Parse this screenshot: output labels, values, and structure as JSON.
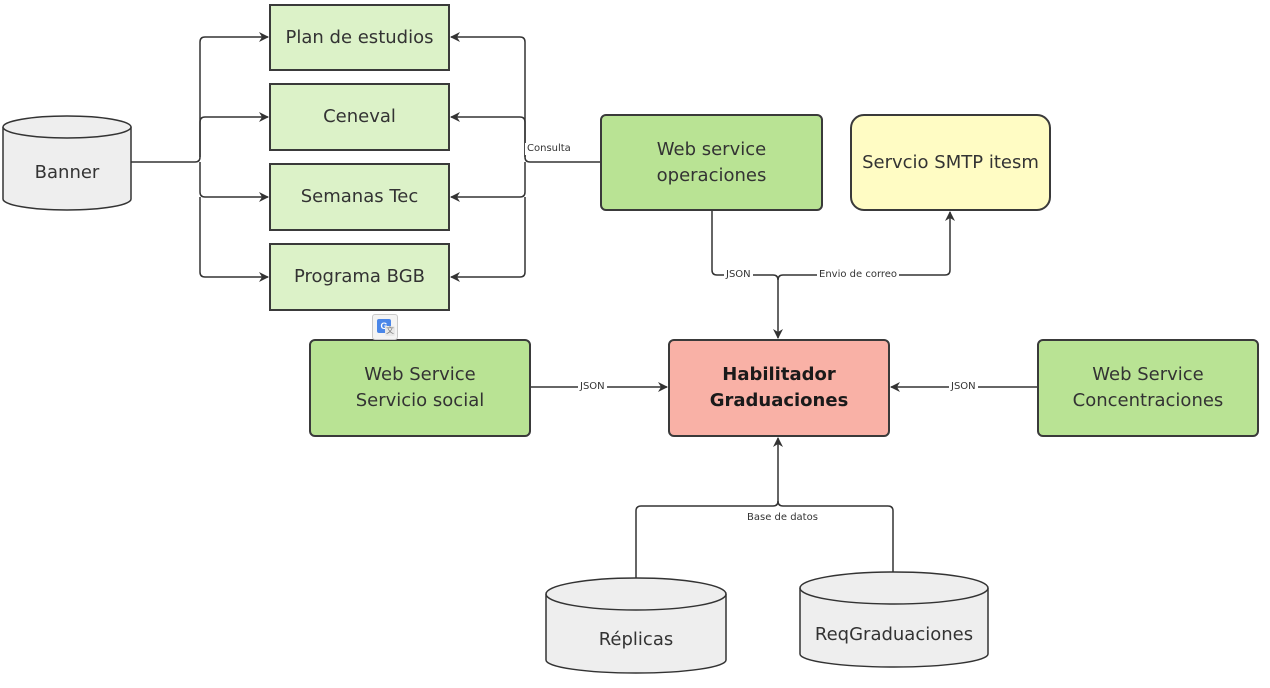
{
  "nodes": {
    "plan": "Plan de estudios",
    "ceneval": "Ceneval",
    "semanas": "Semanas Tec",
    "programa": "Programa BGB",
    "banner": "Banner",
    "ws_operaciones_1": "Web service",
    "ws_operaciones_2": "operaciones",
    "smtp": "Servcio SMTP itesm",
    "ws_social_1": "Web Service",
    "ws_social_2": "Servicio social",
    "habilitador_1": "Habilitador",
    "habilitador_2": "Graduaciones",
    "ws_concentraciones_1": "Web Service",
    "ws_concentraciones_2": "Concentraciones",
    "replicas": "Réplicas",
    "reqgraduaciones": "ReqGraduaciones"
  },
  "edge_labels": {
    "consulta": "Consulta",
    "json_operaciones": "JSON",
    "envio_correo": "Envio de correo",
    "json_social": "JSON",
    "json_concentraciones": "JSON",
    "base_datos": "Base de datos"
  },
  "icons": {
    "translate": "google-translate-icon"
  },
  "colors": {
    "light_green": "#dcf2c8",
    "green": "#b9e394",
    "yellow": "#fffcc4",
    "red": "#f9b1a6",
    "cylinder": "#eeeeee",
    "stroke": "#3a3a3a"
  }
}
